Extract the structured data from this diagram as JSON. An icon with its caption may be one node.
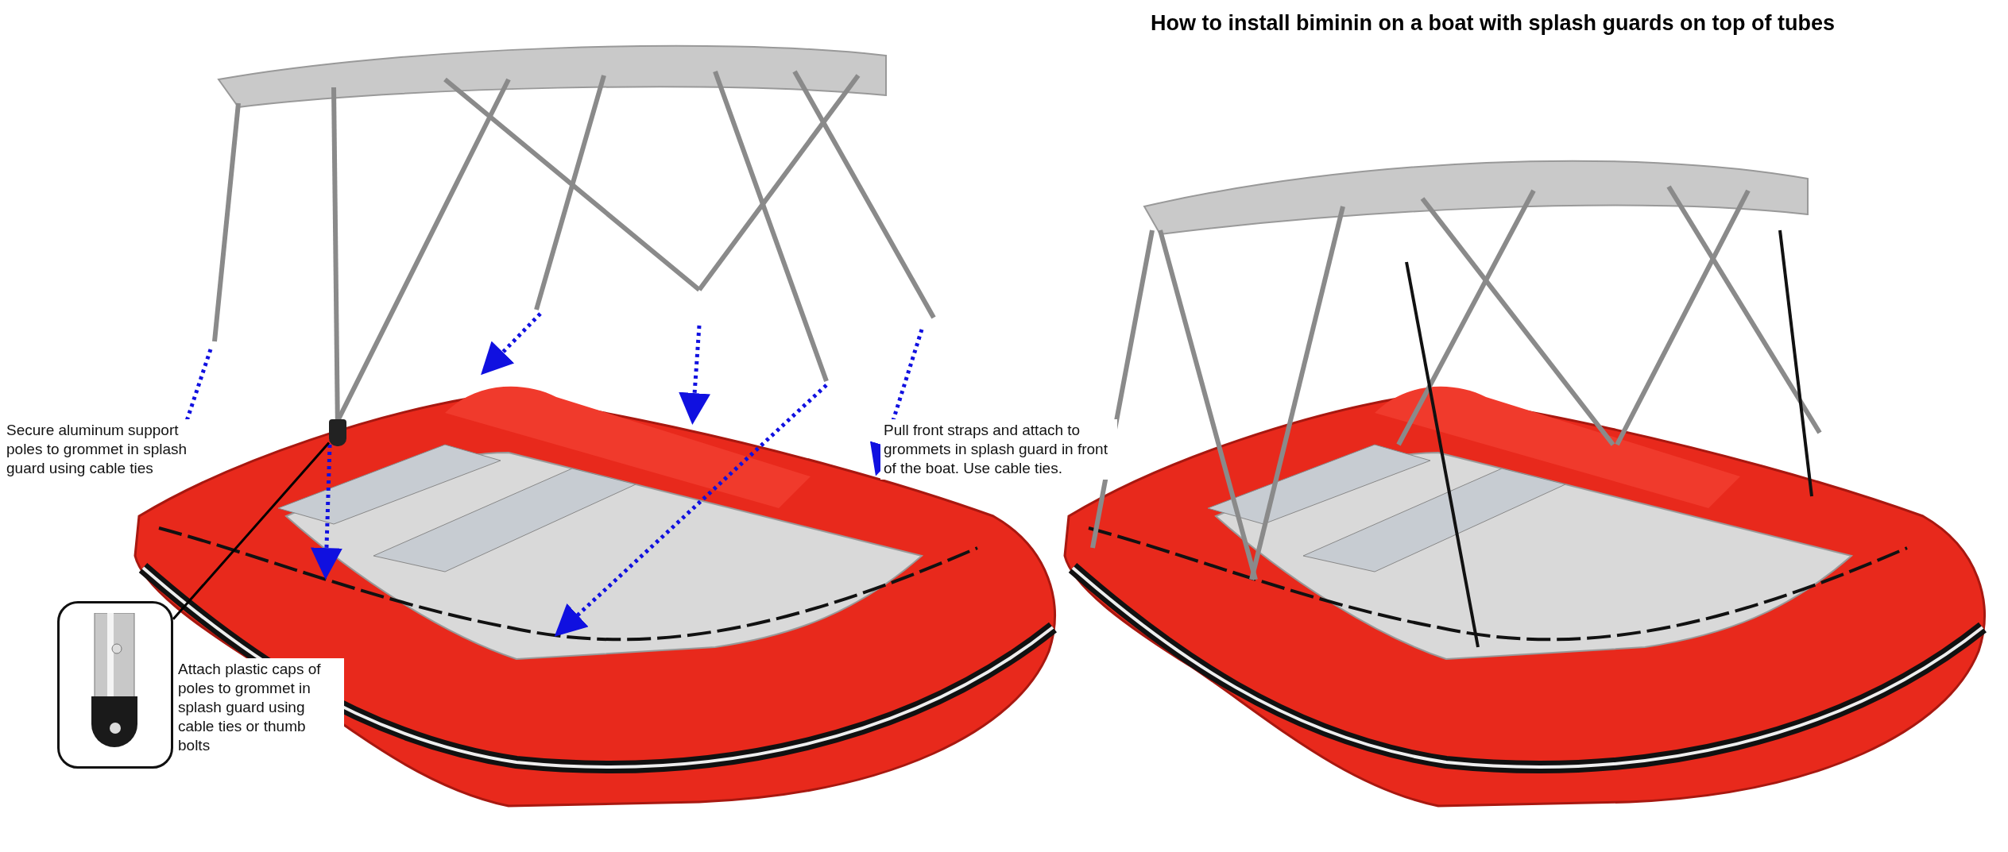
{
  "diagram": {
    "title": "How to install biminin on a boat with splash guards on top of tubes",
    "nodes": [
      {
        "text": [],
        "shape": "picture",
        "beside": [
          "Attach plastic caps of poles to grommet in splash guard using cable ties or thumb bolts"
        ]
      },
      {
        "text": [],
        "shape": "box"
      }
    ],
    "edges": [
      {
        "from": 0,
        "to": 1,
        "arrow": "none"
      }
    ],
    "labels": [
      "Secure aluminum support poles to grommet in splash guard using cable ties",
      "Pull front straps and attach to grommets in splash guard in front of the boat. Use cable ties."
    ]
  }
}
